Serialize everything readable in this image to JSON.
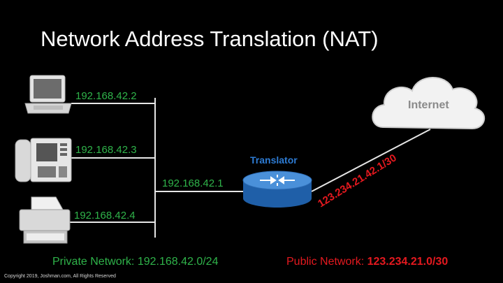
{
  "title": "Network Address Translation (NAT)",
  "devices": {
    "laptop_ip": "192.168.42.2",
    "phone_ip": "192.168.42.3",
    "printer_ip": "192.168.42.4"
  },
  "router": {
    "label": "Translator",
    "inside_ip": "192.168.42.1",
    "outside_ip": "123.234.21.42.1/30"
  },
  "cloud": {
    "label": "Internet"
  },
  "footer": {
    "private_network": "Private Network: 192.168.42.0/24",
    "public_network_label": "Public Network: ",
    "public_network_value": "123.234.21.0/30",
    "copyright": "Copyright 2019, Joshman.com, All Rights Reserved"
  },
  "colors": {
    "private": "#2fb34a",
    "public": "#e5191f",
    "router": "#2d7bd3",
    "background": "#000000"
  }
}
